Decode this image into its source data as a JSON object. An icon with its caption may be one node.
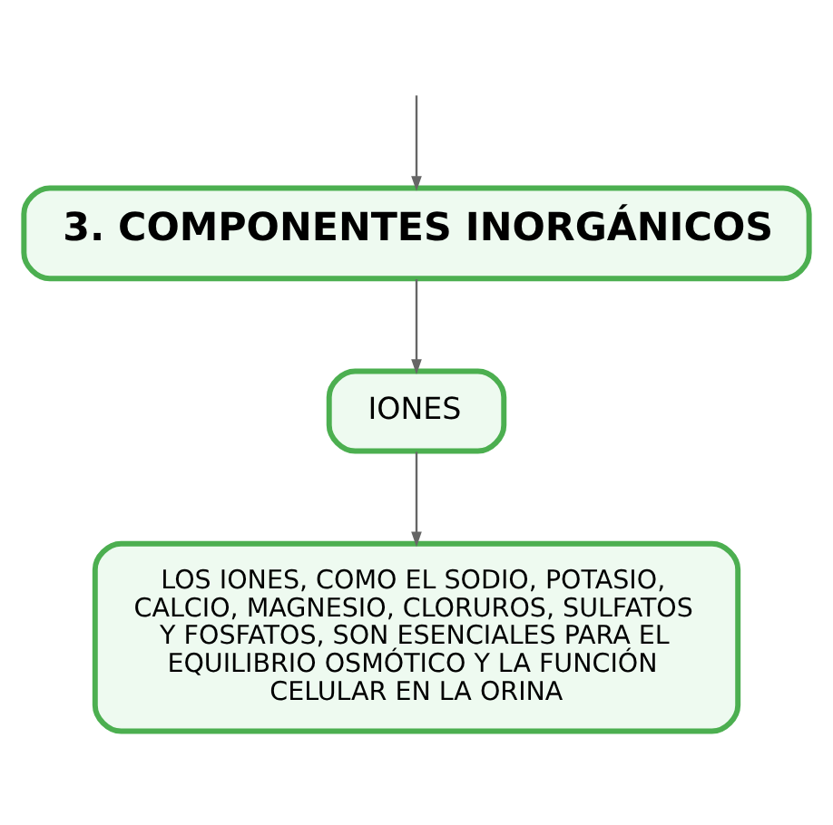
{
  "diagram": {
    "nodes": [
      {
        "text": [
          "3. COMPONENTES INORGÁNICOS"
        ]
      },
      {
        "text": [
          "IONES"
        ]
      },
      {
        "text": [
          "LOS IONES, COMO EL SODIO, POTASIO, CALCIO, MAGNESIO, CLORUROS, SULFATOS Y FOSFATOS, SON ESENCIALES PARA EL EQUILIBRIO OSMÓTICO Y LA FUNCIÓN CELULAR EN LA ORINA"
        ]
      }
    ],
    "edges": [
      {
        "from": null,
        "to": 0,
        "arrow": "to"
      },
      {
        "from": 0,
        "to": 1,
        "arrow": "to"
      },
      {
        "from": 1,
        "to": 2,
        "arrow": "to"
      }
    ]
  }
}
